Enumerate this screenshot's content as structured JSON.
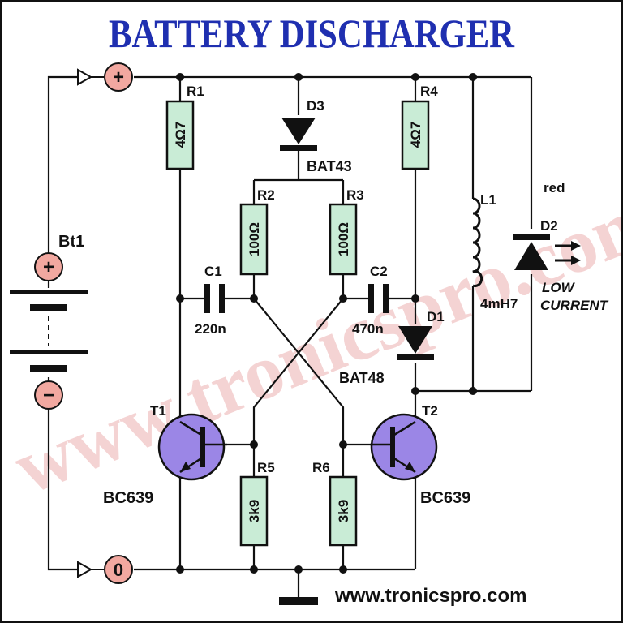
{
  "title": "BATTERY DISCHARGER",
  "website": "www.tronicspro.com",
  "watermark": "www.tronicspro.com",
  "terminals": {
    "positive": "+",
    "zero": "0",
    "battery_plus": "+",
    "battery_minus": "−"
  },
  "battery": {
    "label": "Bt1"
  },
  "resistors": {
    "r1": {
      "label": "R1",
      "value": "4Ω7"
    },
    "r2": {
      "label": "R2",
      "value": "100Ω"
    },
    "r3": {
      "label": "R3",
      "value": "100Ω"
    },
    "r4": {
      "label": "R4",
      "value": "4Ω7"
    },
    "r5": {
      "label": "R5",
      "value": "3k9"
    },
    "r6": {
      "label": "R6",
      "value": "3k9"
    }
  },
  "capacitors": {
    "c1": {
      "label": "C1",
      "value": "220n"
    },
    "c2": {
      "label": "C2",
      "value": "470n"
    }
  },
  "diodes": {
    "d1": {
      "label": "D1",
      "part": "BAT48"
    },
    "d2": {
      "label": "D2",
      "color": "red",
      "note_line1": "LOW",
      "note_line2": "CURRENT"
    },
    "d3": {
      "label": "D3",
      "part": "BAT43"
    }
  },
  "inductor": {
    "label": "L1",
    "value": "4mH7"
  },
  "transistors": {
    "t1": {
      "label": "T1",
      "part": "BC639"
    },
    "t2": {
      "label": "T2",
      "part": "BC639"
    }
  },
  "colors": {
    "title": "#1f2fb0",
    "resistor_fill": "#c9ecd6",
    "transistor_fill": "#9b86e6",
    "terminal_fill": "#f2a8a0",
    "watermark": "#e8a0a0",
    "wire": "#111111"
  }
}
